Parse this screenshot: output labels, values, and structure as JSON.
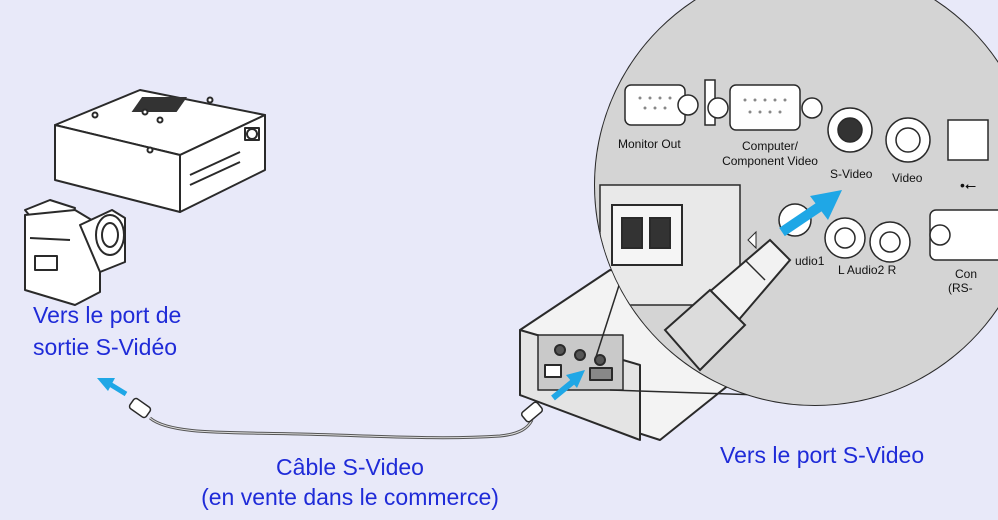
{
  "labels": {
    "source_port_line1": "Vers le port de",
    "source_port_line2": "sortie S-Vidéo",
    "cable_line1": "Câble S-Video",
    "cable_line2": "(en vente dans le commerce)",
    "target_port": "Vers le port S-Video"
  },
  "panel_labels": {
    "monitor_out": "Monitor Out",
    "computer_line1": "Computer/",
    "computer_line2": "Component Video",
    "s_video": "S-Video",
    "video": "Video",
    "usb_symbol": "•⭠",
    "audio1": "udio1",
    "audio2": "L  Audio2  R",
    "control_line1": "Con",
    "control_line2": "(RS-"
  },
  "colors": {
    "background": "#e8e9f9",
    "label_text": "#1f2bd8",
    "arrow": "#1fa7e6",
    "device_body": "#ffffff",
    "outline": "#2a2a2a",
    "panel": "#cfcfcf"
  },
  "icons": [
    "vcr-icon",
    "camcorder-icon",
    "projector-icon",
    "s-video-plug-icon",
    "connection-arrow-icon",
    "power-socket-icon"
  ]
}
